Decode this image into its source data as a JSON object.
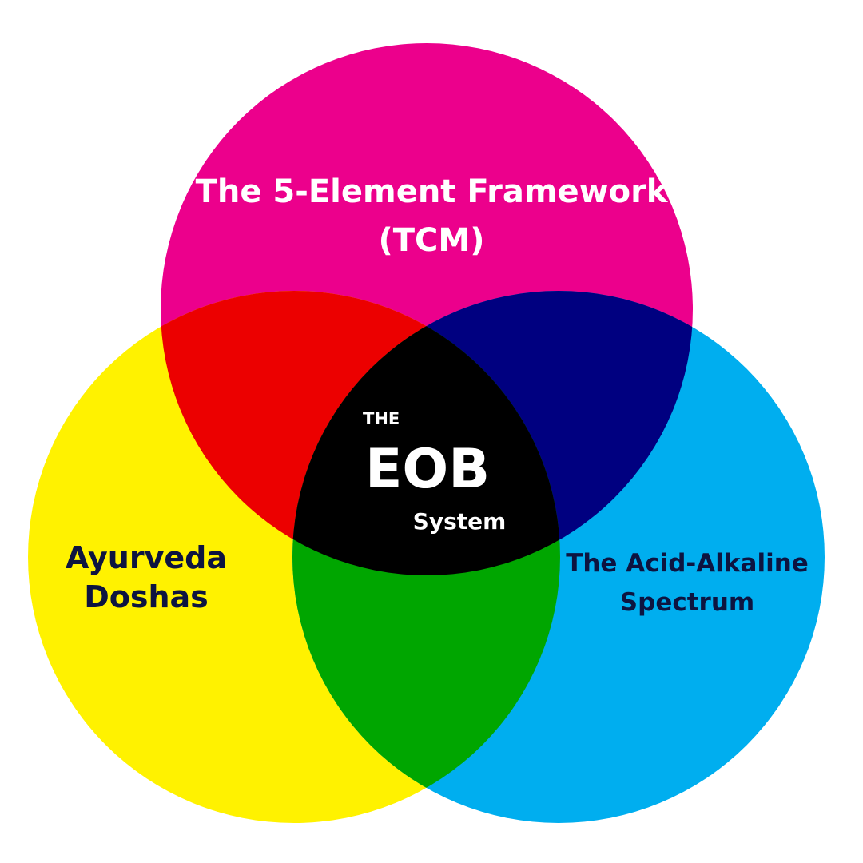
{
  "diagram": {
    "circles": {
      "top": {
        "label_line1": "The 5-Element Framework",
        "label_line2": "(TCM)",
        "color": "#EC008C",
        "label_color": "#FFFFFF"
      },
      "left": {
        "label_line1": "Ayurveda",
        "label_line2": "Doshas",
        "color": "#FFF200",
        "label_color": "#0D1440"
      },
      "right": {
        "label_line1": "The Acid-Alkaline",
        "label_line2": "Spectrum",
        "color": "#00AEEF",
        "label_color": "#0D1440"
      }
    },
    "overlaps": {
      "top_left": "#EC0000",
      "top_right": "#000080",
      "left_right": "#00A600",
      "center": "#000000"
    },
    "center": {
      "prefix": "THE",
      "title": "EOB",
      "suffix": "System",
      "text_color": "#FFFFFF"
    }
  }
}
